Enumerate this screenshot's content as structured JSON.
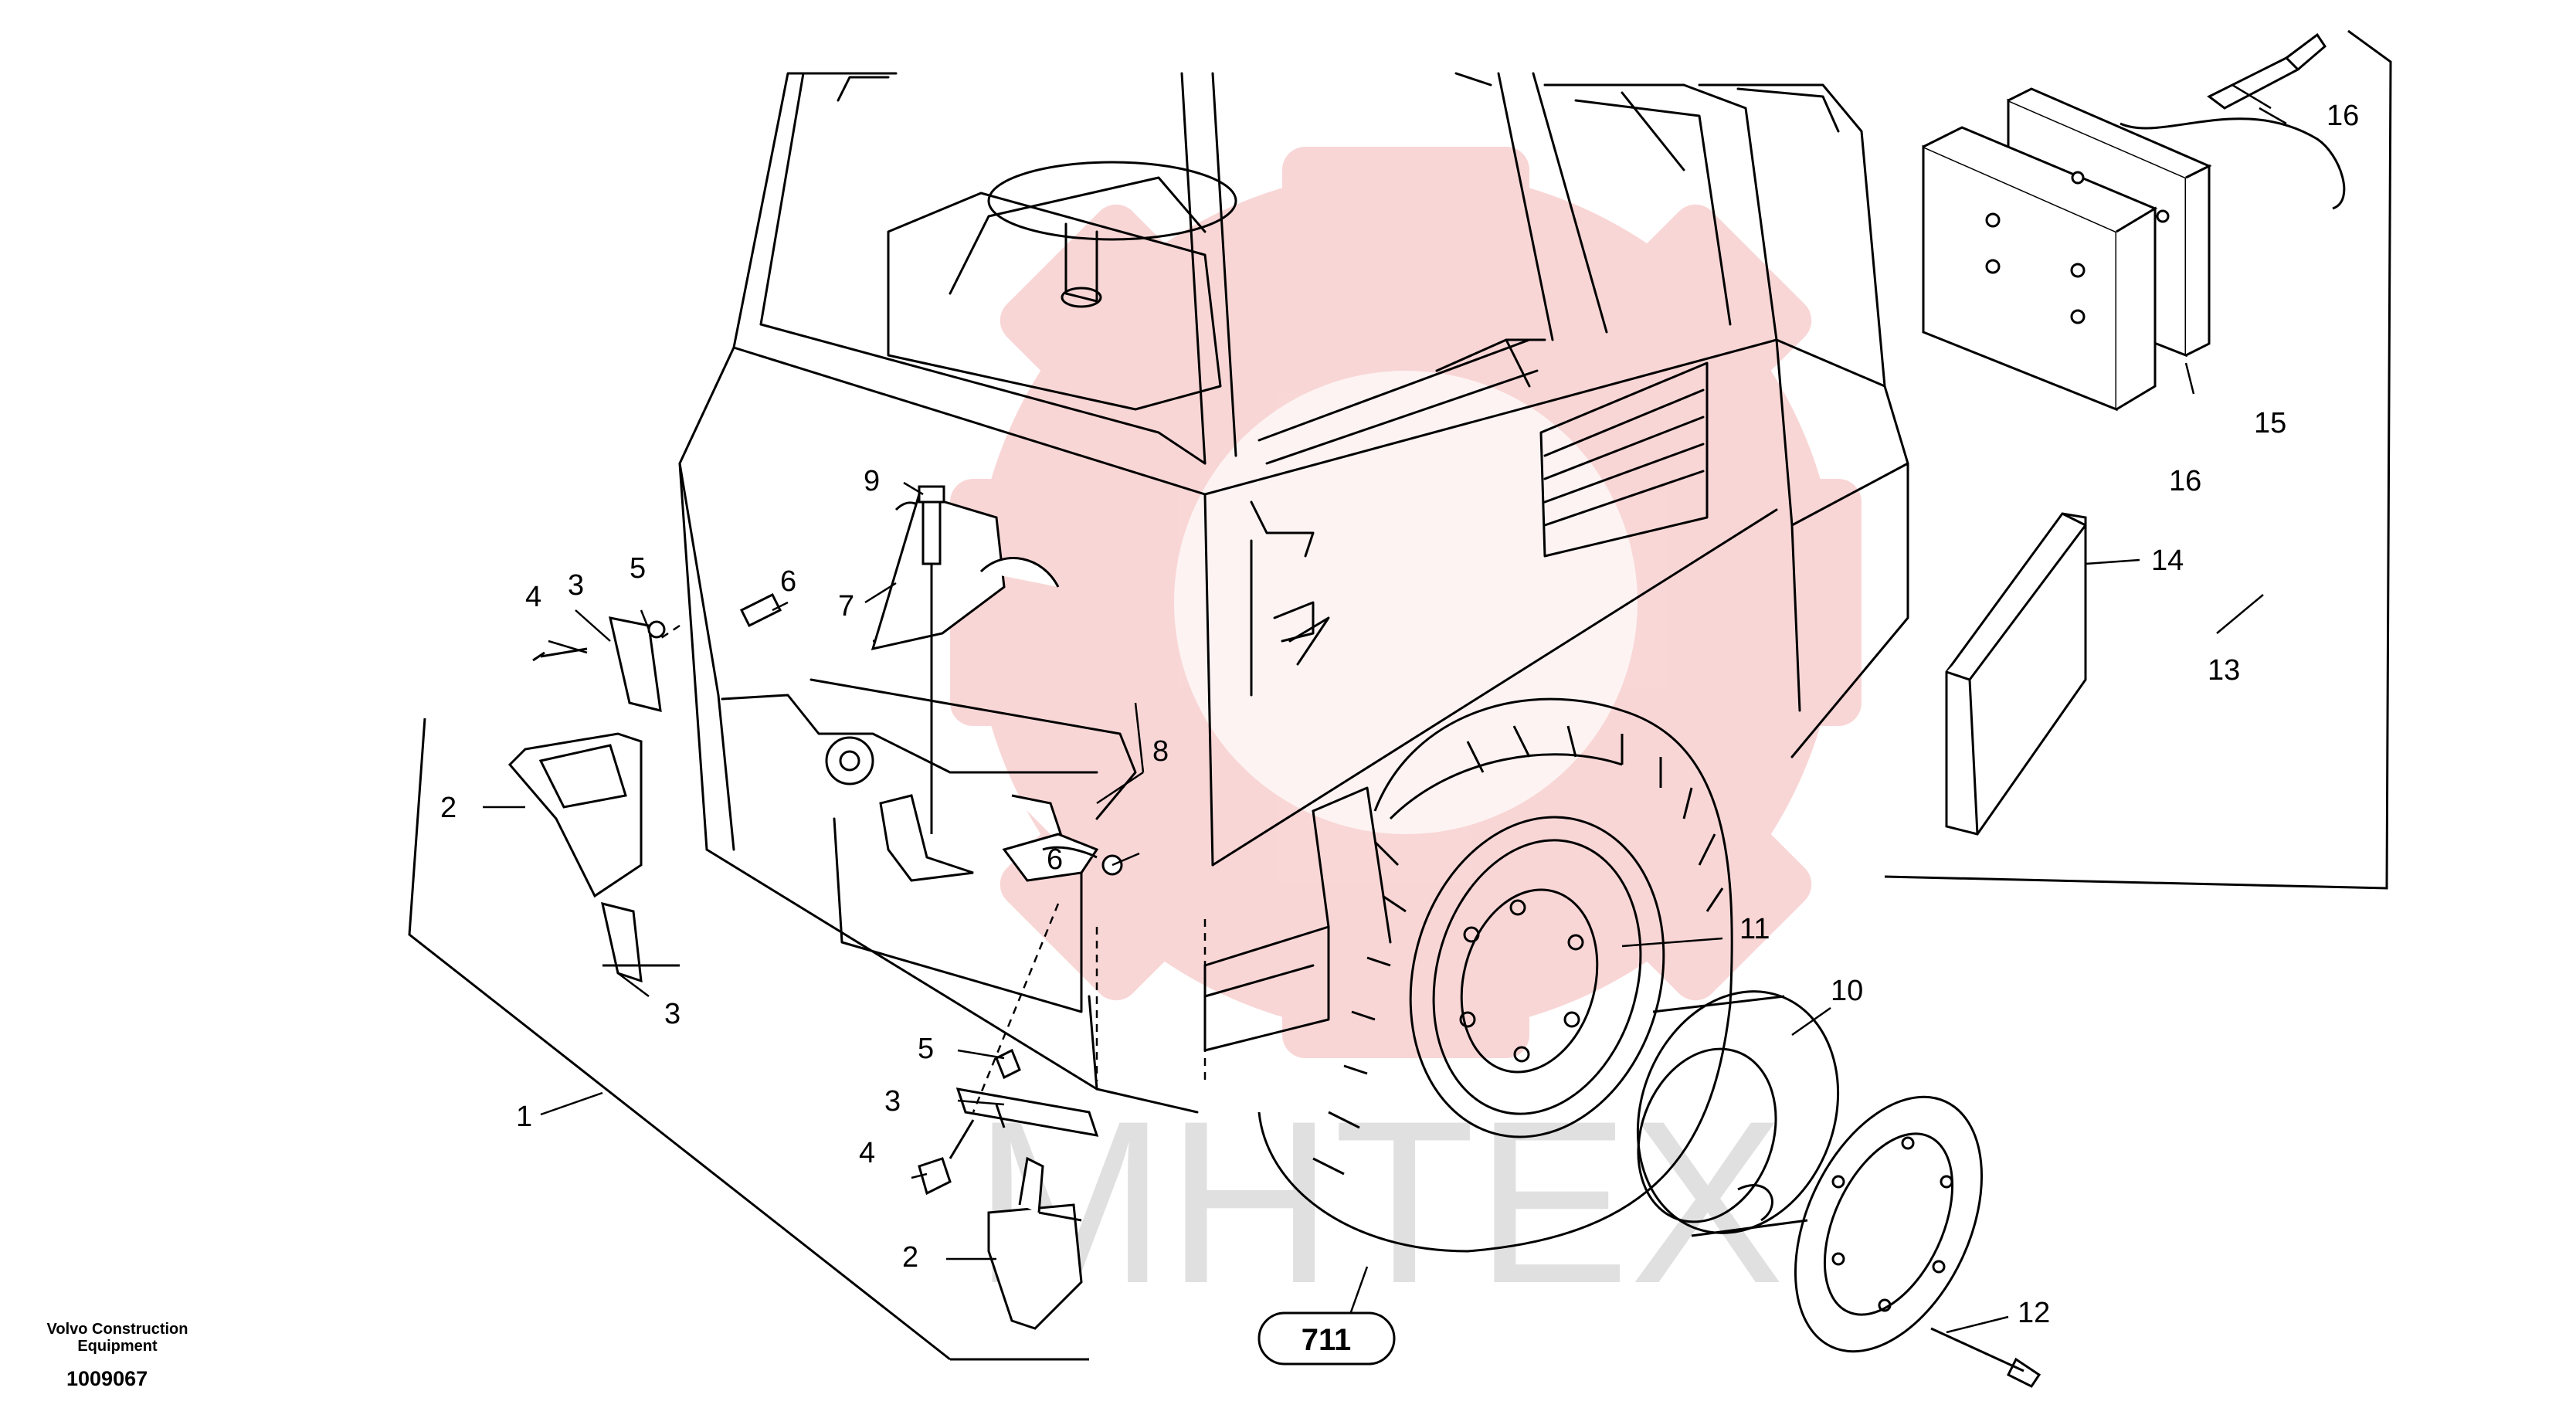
{
  "watermark": {
    "text": "MHTEX",
    "gear_color": "#f08080",
    "text_color": "#cccccc"
  },
  "corner": {
    "maker_line1": "Volvo Construction",
    "maker_line2": "Equipment",
    "doc_number": "1009067"
  },
  "callouts": [
    {
      "id": "c1",
      "label": "1"
    },
    {
      "id": "c2a",
      "label": "2"
    },
    {
      "id": "c2b",
      "label": "2"
    },
    {
      "id": "c3a",
      "label": "3"
    },
    {
      "id": "c3b",
      "label": "3"
    },
    {
      "id": "c3c",
      "label": "3"
    },
    {
      "id": "c4a",
      "label": "4"
    },
    {
      "id": "c4b",
      "label": "4"
    },
    {
      "id": "c5a",
      "label": "5"
    },
    {
      "id": "c5b",
      "label": "5"
    },
    {
      "id": "c6a",
      "label": "6"
    },
    {
      "id": "c6b",
      "label": "6"
    },
    {
      "id": "c7",
      "label": "7"
    },
    {
      "id": "c8",
      "label": "8"
    },
    {
      "id": "c9",
      "label": "9"
    },
    {
      "id": "c10",
      "label": "10"
    },
    {
      "id": "c11",
      "label": "11"
    },
    {
      "id": "c12",
      "label": "12"
    },
    {
      "id": "c13",
      "label": "13"
    },
    {
      "id": "c14",
      "label": "14"
    },
    {
      "id": "c15",
      "label": "15"
    },
    {
      "id": "c16a",
      "label": "16"
    },
    {
      "id": "c16b",
      "label": "16"
    }
  ],
  "reference_badge": {
    "label": "711"
  }
}
